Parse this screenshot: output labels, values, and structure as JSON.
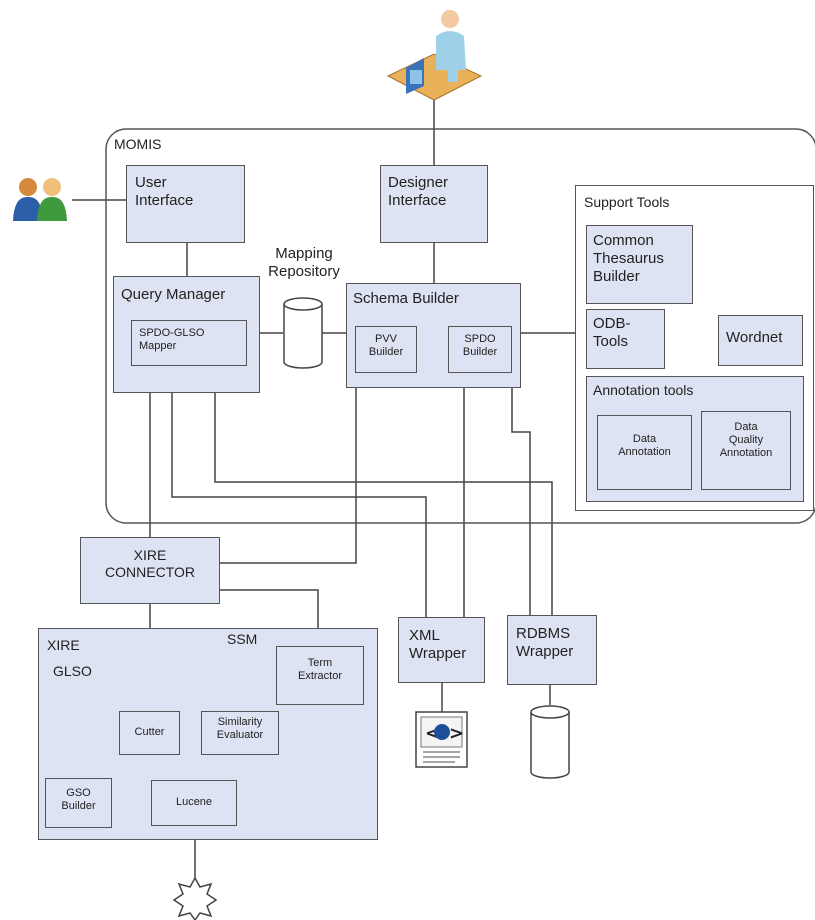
{
  "momis": {
    "title": "MOMIS",
    "user_interface": "User\nInterface",
    "designer_interface": "Designer\nInterface",
    "mapping_repository": "Mapping\nRepository",
    "query_manager": {
      "title": "Query Manager",
      "spdo_glso_mapper": "SPDO-GLSO\nMapper"
    },
    "schema_builder": {
      "title": "Schema Builder",
      "pvv_builder": "PVV\nBuilder",
      "spdo_builder": "SPDO\nBuilder"
    },
    "support_tools": {
      "title": "Support Tools",
      "common_thesaurus_builder": "Common\nThesaurus\nBuilder",
      "odb_tools": "ODB-\nTools",
      "wordnet": "Wordnet",
      "annotation_tools": {
        "title": "Annotation tools",
        "data_annotation": "Data\nAnnotation",
        "data_quality_annotation": "Data\nQuality\nAnnotation"
      }
    }
  },
  "xire_connector": "XIRE\nCONNECTOR",
  "xire": {
    "title": "XIRE",
    "glso": "GLSO",
    "ssm": "SSM",
    "term_extractor": "Term\nExtractor",
    "similarity_evaluator": "Similarity\nEvaluator",
    "cutter": "Cutter",
    "gso_builder": "GSO\nBuilder",
    "lucene": "Lucene"
  },
  "xml_wrapper": "XML\nWrapper",
  "rdbms_wrapper": "RDBMS\nWrapper",
  "icons": {
    "designer": "designer-at-computer-icon",
    "users": "users-icon",
    "mapping_repository": "database-cylinder-icon",
    "ssm_store": "database-cylinder-icon",
    "xml_source": "xml-document-icon",
    "rdbms_source": "database-cylinder-icon",
    "web_source": "star-cloud-icon",
    "glso_graph": "ontology-graph-icon"
  },
  "colors": {
    "box_fill": "#dde3f2",
    "box_border": "#555555",
    "line": "#444444"
  }
}
